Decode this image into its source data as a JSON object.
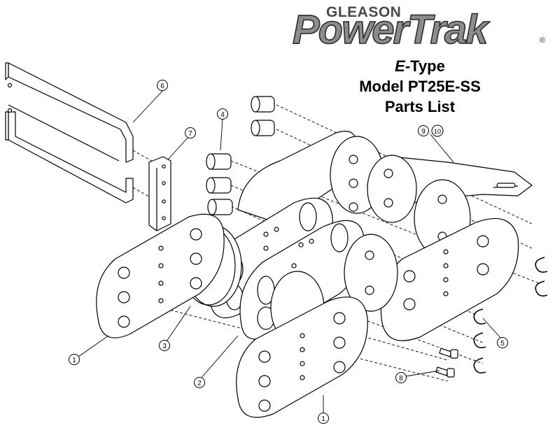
{
  "logo": {
    "brand_small": "GLEASON",
    "brand_big": "PowerTrak",
    "registered": "®"
  },
  "title": {
    "line1_prefix": "E",
    "line1_suffix": "-Type",
    "line2": "Model PT25E-SS",
    "line3": "Parts List"
  },
  "callouts": [
    "1",
    "1",
    "2",
    "3",
    "4",
    "5",
    "6",
    "7",
    "8",
    "9",
    "10"
  ]
}
